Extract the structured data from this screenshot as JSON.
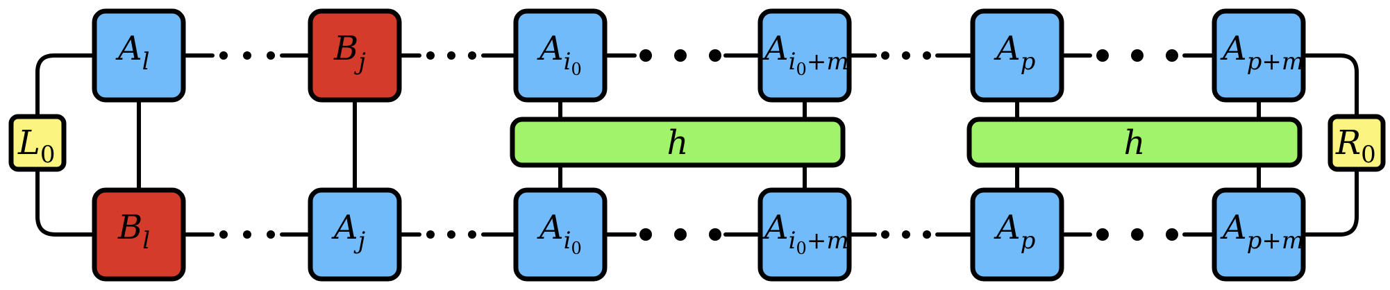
{
  "colors": {
    "tensor_A": "#72bbfb",
    "tensor_B": "#d53b2a",
    "boundary": "#fcf481",
    "operator_h": "#a1f36b"
  },
  "left_boundary": {
    "main": "L",
    "sub": "0"
  },
  "right_boundary": {
    "main": "R",
    "sub": "0"
  },
  "top_row": [
    {
      "main": "A",
      "sub": "l",
      "kind": "A"
    },
    {
      "main": "B",
      "sub": "j",
      "kind": "B"
    },
    {
      "main": "A",
      "sub": "i",
      "subsub": "0",
      "kind": "A"
    },
    {
      "main": "A",
      "sub": "i",
      "subsub": "0",
      "sub2": "+m",
      "kind": "A"
    },
    {
      "main": "A",
      "sub": "p",
      "kind": "A"
    },
    {
      "main": "A",
      "sub": "p+m",
      "kind": "A"
    }
  ],
  "bottom_row": [
    {
      "main": "B",
      "sub": "l",
      "kind": "B"
    },
    {
      "main": "A",
      "sub": "j",
      "kind": "A"
    },
    {
      "main": "A",
      "sub": "i",
      "subsub": "0",
      "kind": "A"
    },
    {
      "main": "A",
      "sub": "i",
      "subsub": "0",
      "sub2": "+m",
      "kind": "A"
    },
    {
      "main": "A",
      "sub": "p",
      "kind": "A"
    },
    {
      "main": "A",
      "sub": "p+m",
      "kind": "A"
    }
  ],
  "operators": [
    {
      "label": "h"
    },
    {
      "label": "h"
    }
  ]
}
